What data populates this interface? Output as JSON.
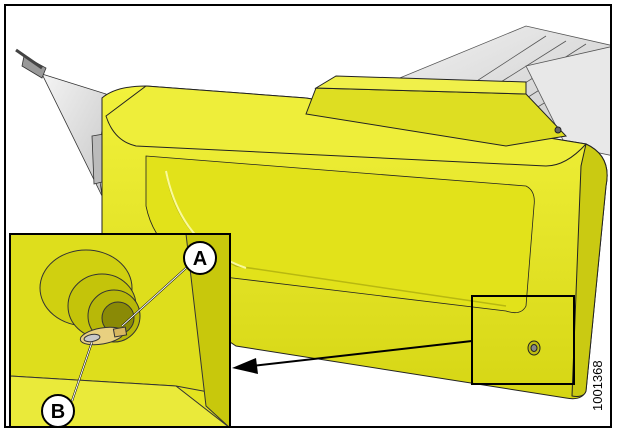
{
  "figure": {
    "figure_number": "1001368",
    "callouts": [
      {
        "id": "A",
        "label": "A"
      },
      {
        "id": "B",
        "label": "B"
      }
    ]
  },
  "colors": {
    "body_yellow": "#e6e61e",
    "body_yellow_dark": "#c9c90f",
    "body_yellow_light": "#f2f25a",
    "frame_gray": "#d8d8d8",
    "outline": "#000000"
  }
}
